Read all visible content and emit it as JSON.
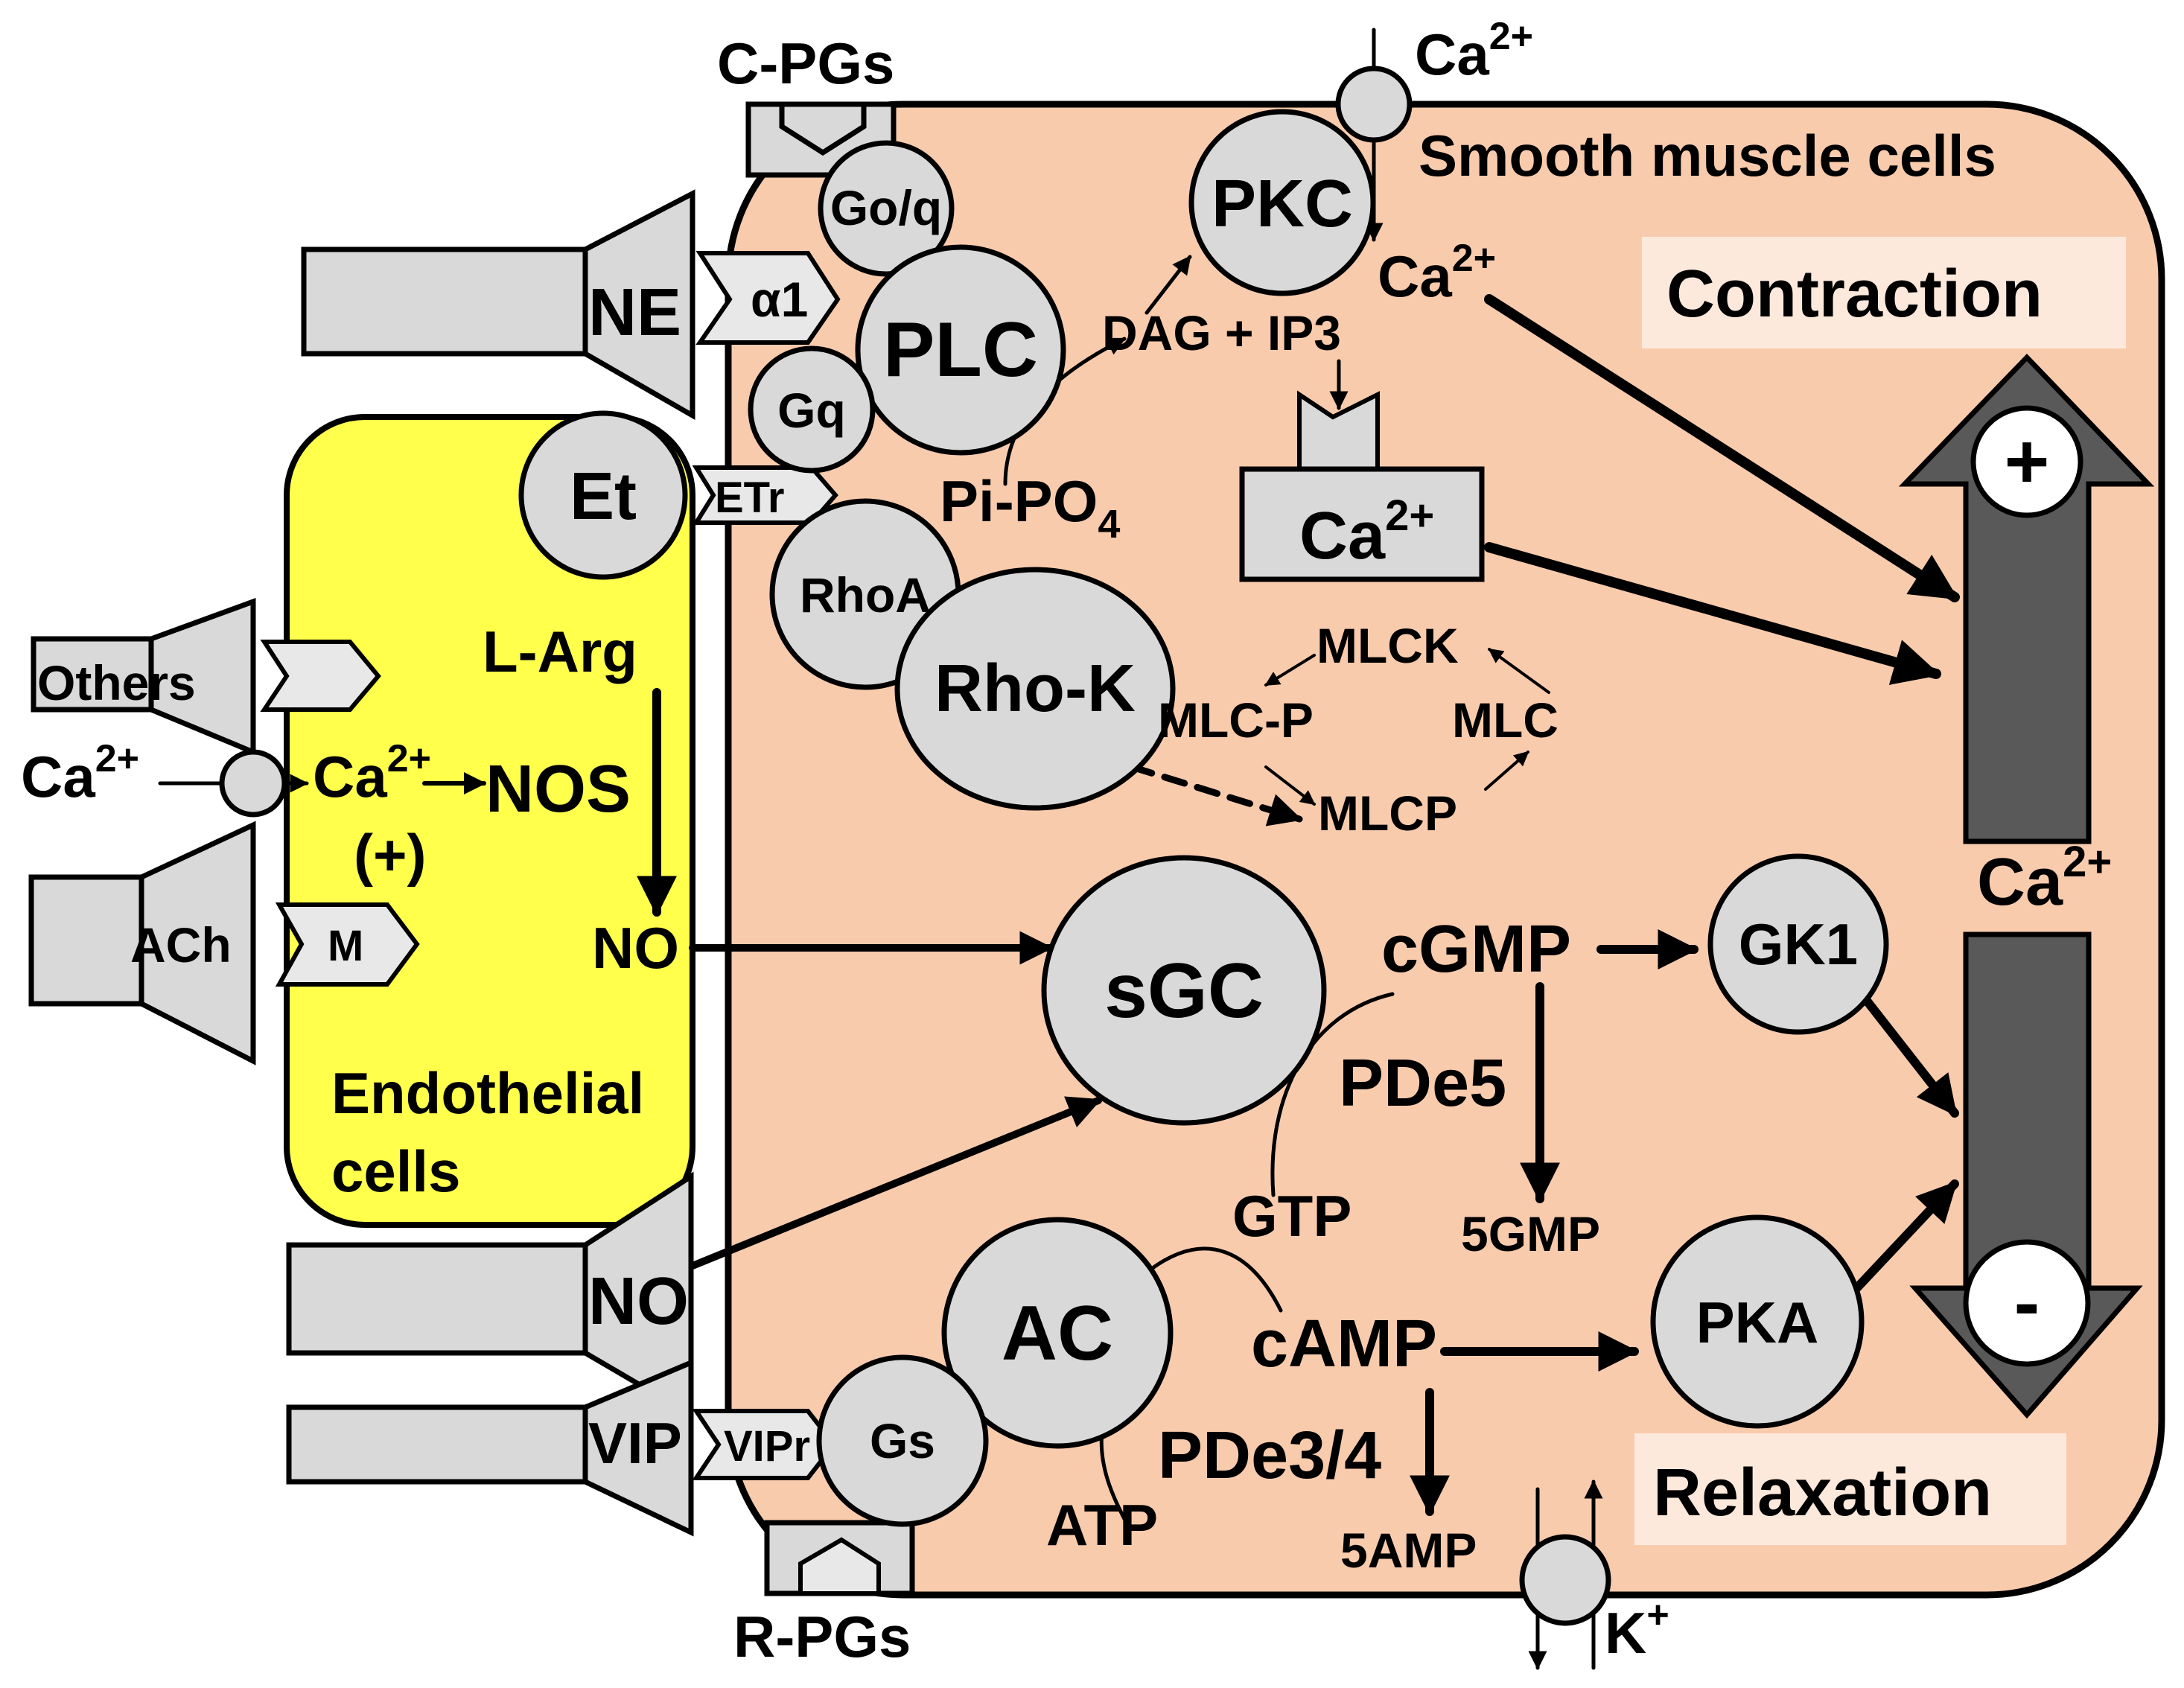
{
  "colors": {
    "smooth_muscle_fill": "#f9cbad",
    "endothelial_fill": "#ffff4c",
    "node_fill": "#d9d9d9",
    "big_arrow_fill": "#595959",
    "label_box_fill": "#fde9dc"
  },
  "compartments": {
    "smooth_muscle": "Smooth muscle cells",
    "endothelial_line1": "Endothelial",
    "endothelial_line2": "cells"
  },
  "outcomes": {
    "contraction": "Contraction",
    "relaxation": "Relaxation",
    "plus": "+",
    "minus": "-"
  },
  "receptors": {
    "c_pgs": "C-PGs",
    "r_pgs": "R-PGs",
    "ne": "NE",
    "alpha1": "α1",
    "etr": "ETr",
    "others": "Others",
    "ach": "ACh",
    "m": "M",
    "no_nerve": "NO",
    "vip": "VIP",
    "vipr": "VIPr"
  },
  "nodes": {
    "goq": "Go/q",
    "plc": "PLC",
    "gq": "Gq",
    "et": "Et",
    "rhoa": "RhoA",
    "rhok": "Rho-K",
    "pkc": "PKC",
    "sgc": "sGC",
    "gk1": "GK1",
    "ac": "AC",
    "gs": "Gs",
    "pka": "PKA"
  },
  "molecules": {
    "ca": "Ca",
    "ca_sup": "2+",
    "k": "K",
    "k_sup": "+",
    "dag_ip3": "DAG + IP3",
    "pi_po": "Pi-PO",
    "pi_po_sub": "4",
    "mlck": "MLCK",
    "mlcp_phos": "MLC-P",
    "mlc": "MLC",
    "mlcp": "MLCP",
    "l_arg": "L-Arg",
    "nos": "NOS",
    "no": "NO",
    "plus_paren": "(+)",
    "cgmp": "cGMP",
    "pde5": "PDe5",
    "gtp": "GTP",
    "gmp5": "5GMP",
    "camp": "cAMP",
    "pde34": "PDe3/4",
    "atp": "ATP",
    "amp5": "5AMP"
  }
}
